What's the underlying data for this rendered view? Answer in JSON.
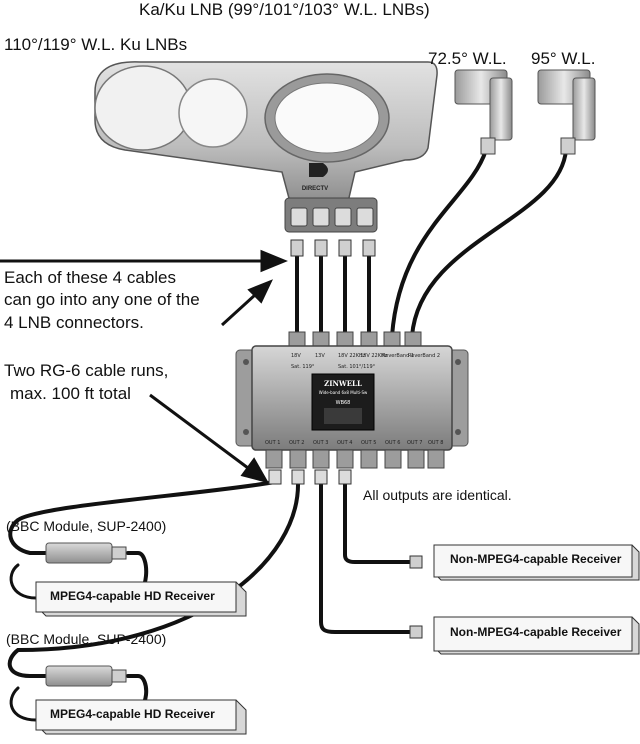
{
  "labels": {
    "ka_ku_lnb": "Ka/Ku LNB (99°/101°/103° W.L. LNBs)",
    "ku_lnbs": "110°/119° W.L. Ku LNBs",
    "lnb_72": "72.5° W.L.",
    "lnb_95": "95° W.L.",
    "cables_note": [
      "Each of these 4 cables",
      "can go into any one of the",
      "4 LNB connectors."
    ],
    "rg6_note": [
      "Two RG-6 cable runs,",
      "max. 100 ft total"
    ],
    "outputs_note": "All outputs are identical.",
    "bbc_module_1": "(BBC Module, SUP-2400)",
    "bbc_module_2": "(BBC Module, SUP-2400)",
    "receiver_hd_1": "MPEG4-capable HD Receiver",
    "receiver_hd_2": "MPEG4-capable HD Receiver",
    "receiver_std_1": "Non-MPEG4-capable Receiver",
    "receiver_std_2": "Non-MPEG4-capable Receiver",
    "dish_logo": "DIRECTV"
  },
  "multiswitch": {
    "brand": "ZINWELL",
    "subtitle": "Wide-band 6x8 Multi-Sw",
    "model": "WB68",
    "inputs": [
      "18V",
      "13V",
      "18V 22KHz",
      "13V 22KHz",
      "ReverBand 1",
      "ReverBand 2"
    ],
    "input_note": "Sat. 119°",
    "input_note_2": "Sat. 101°/119°",
    "outputs": [
      "OUT 1",
      "OUT 2",
      "OUT 3",
      "OUT 4",
      "OUT 5",
      "OUT 6",
      "OUT 7",
      "OUT 8"
    ]
  },
  "colors": {
    "cable": "#111111",
    "dish": "#c9c9c9",
    "dish_dark": "#8f8f8f",
    "switch_body": "#b8b8b8",
    "receiver": "#f4f4f4"
  }
}
